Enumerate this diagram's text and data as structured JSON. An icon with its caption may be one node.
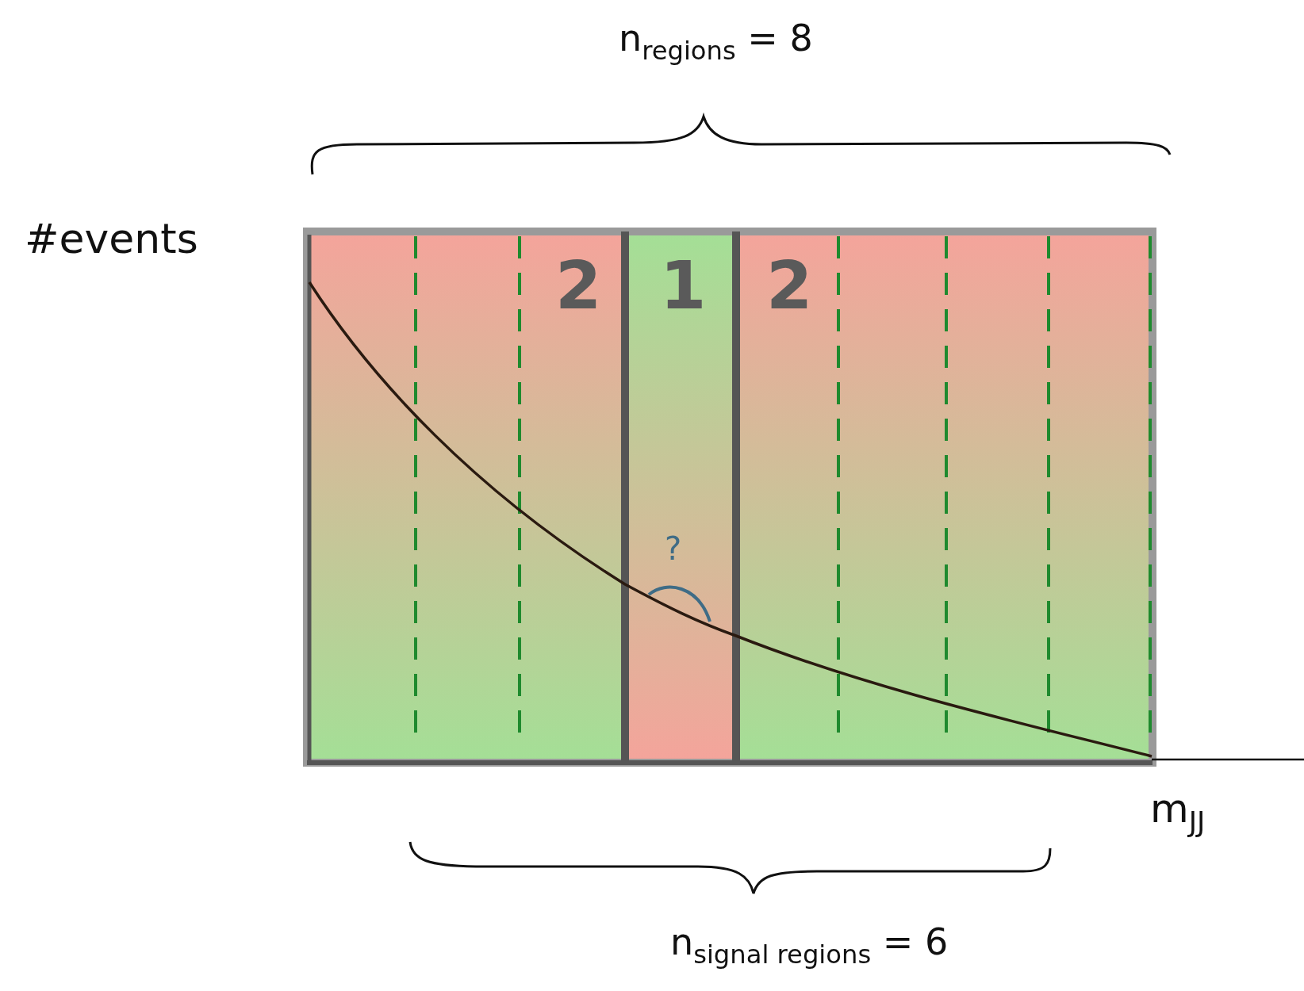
{
  "diagram": {
    "labels": [
      "n$_{regions}$ = 8",
      "#events",
      "2",
      "1",
      "2",
      "?",
      "m$_{JJ}$",
      "n$_{signal regions}$ = 6"
    ]
  }
}
